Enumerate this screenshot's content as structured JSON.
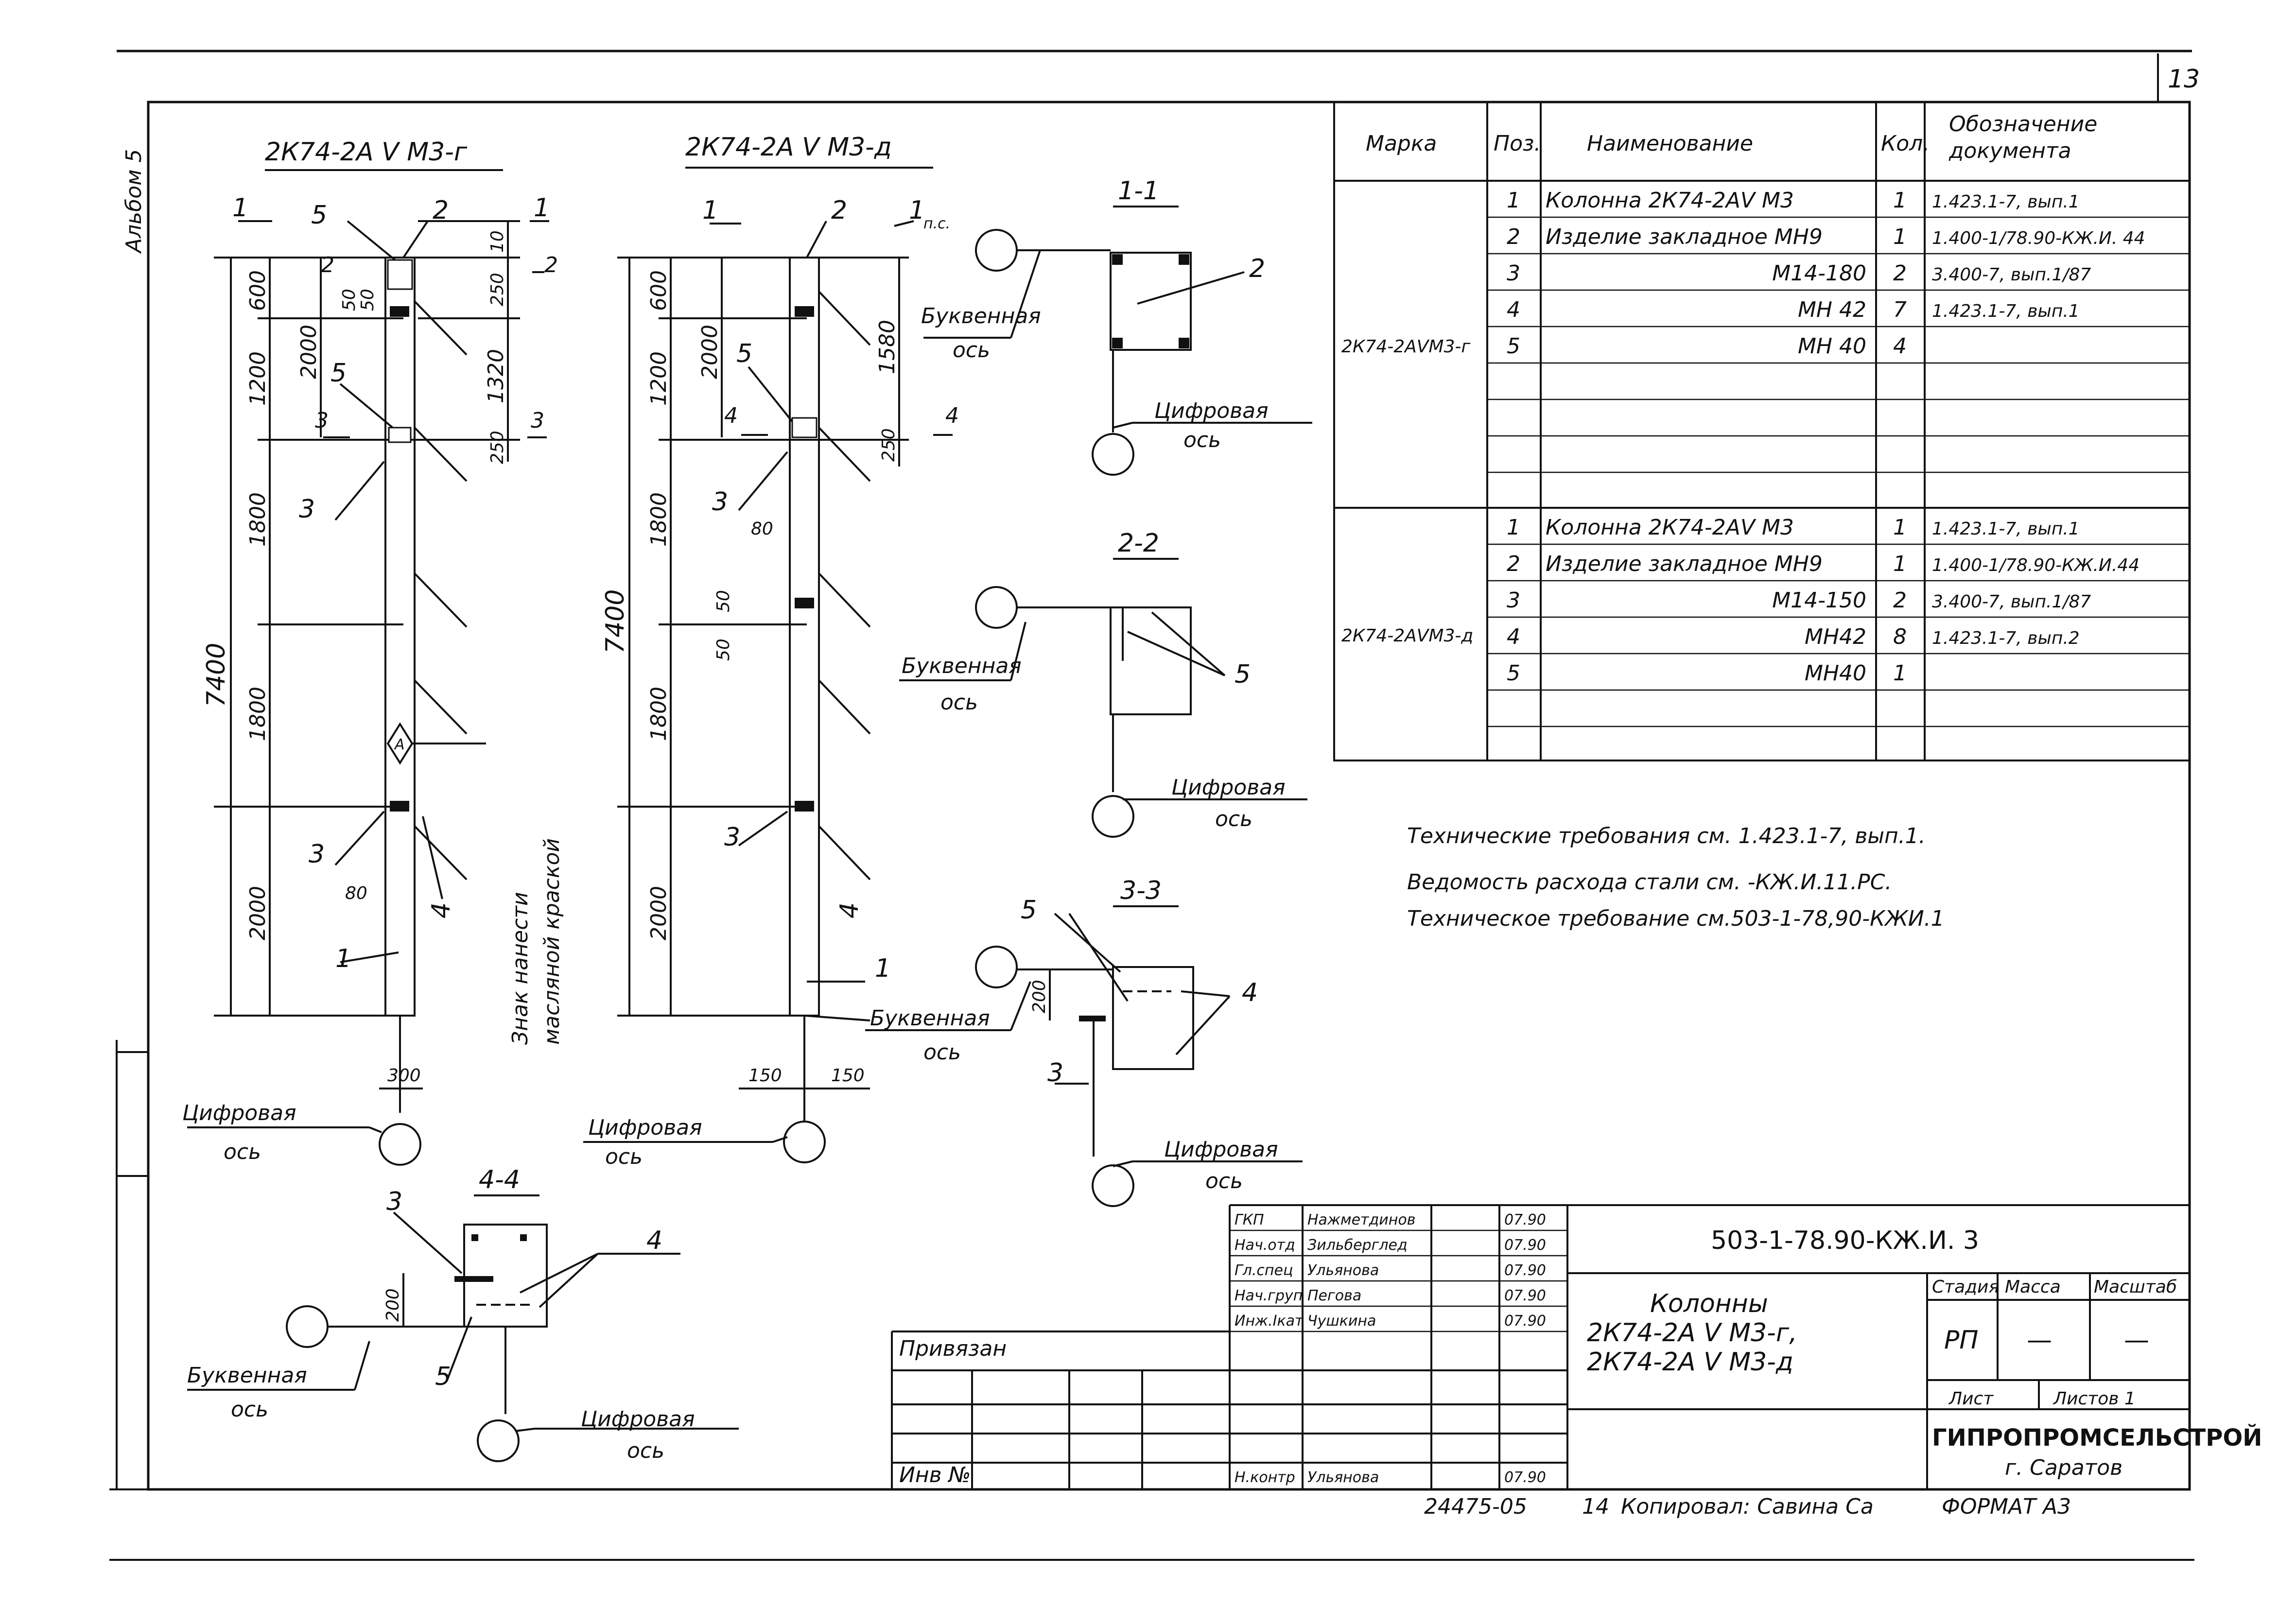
{
  "sheet": {
    "page_number": "13",
    "album": "Альбом 5",
    "format": "ФОРМАТ А3",
    "inventory": "24475-05",
    "sheet_index": "14",
    "copied_by": "Копировал: Савина Са"
  },
  "views": {
    "col_g": {
      "title": "2К74-2А V М3-г",
      "total": "7400",
      "segs": [
        "600",
        "1200",
        "1800",
        "1800",
        "2000"
      ],
      "inner": [
        "2000",
        "50",
        "50"
      ],
      "right": [
        "10",
        "250",
        "1320",
        "250"
      ],
      "width": "300",
      "offset": "80",
      "sec": [
        "1",
        "1",
        "2",
        "2",
        "3",
        "3"
      ],
      "pos": [
        "5",
        "2",
        "5",
        "3",
        "3",
        "1",
        "4"
      ],
      "note": [
        "Знак нанести",
        "масляной краской"
      ],
      "axis": [
        "Цифровая",
        "ось"
      ],
      "marker": "А"
    },
    "col_d": {
      "title": "2К74-2А V М3-д",
      "total": "7400",
      "segs": [
        "600",
        "1200",
        "1800",
        "1800",
        "2000"
      ],
      "inner": [
        "2000",
        "50",
        "50"
      ],
      "right": [
        "1580",
        "250"
      ],
      "offset": "80",
      "widths": [
        "150",
        "150"
      ],
      "sec": [
        "1",
        "1",
        "4",
        "4",
        "п.с."
      ],
      "pos": [
        "2",
        "5",
        "3",
        "3",
        "1",
        "4"
      ],
      "axis": [
        "Цифровая",
        "ось"
      ]
    },
    "s11": {
      "title": "1-1",
      "pos": "2",
      "axis_letter": [
        "Буквенная",
        "ось"
      ],
      "axis_digit": [
        "Цифровая",
        "ось"
      ]
    },
    "s22": {
      "title": "2-2",
      "pos": "5",
      "axis_letter": [
        "Буквенная",
        "ось"
      ],
      "axis_digit": [
        "Цифровая",
        "ось"
      ]
    },
    "s33": {
      "title": "3-3",
      "pos": [
        "5",
        "4",
        "3"
      ],
      "dim": "200",
      "axis_letter": [
        "Буквенная",
        "ось"
      ],
      "axis_digit": [
        "Цифровая",
        "ось"
      ]
    },
    "s44": {
      "title": "4-4",
      "pos": [
        "3",
        "4",
        "5"
      ],
      "dim": "200",
      "axis_letter": [
        "Буквенная",
        "ось"
      ],
      "axis_digit": [
        "Цифровая",
        "ось"
      ]
    }
  },
  "spec": {
    "headers": [
      "Марка",
      "Поз.",
      "Наименование",
      "Кол.",
      "Обозначение",
      "документа"
    ],
    "groups": [
      {
        "mark": "2К74-2АVМ3-г",
        "rows": [
          [
            "1",
            "Колонна 2К74-2АV М3",
            "1",
            "1.423.1-7, вып.1"
          ],
          [
            "2",
            "Изделие закладное МН9",
            "1",
            "1.400-1/78.90-КЖ.И. 44"
          ],
          [
            "3",
            "М14-180",
            "2",
            "3.400-7, вып.1/87"
          ],
          [
            "4",
            "МН 42",
            "7",
            "1.423.1-7, вып.1"
          ],
          [
            "5",
            "МН 40",
            "4",
            ""
          ]
        ]
      },
      {
        "mark": "2К74-2АVМ3-д",
        "rows": [
          [
            "1",
            "Колонна 2К74-2АV М3",
            "1",
            "1.423.1-7, вып.1"
          ],
          [
            "2",
            "Изделие закладное МН9",
            "1",
            "1.400-1/78.90-КЖ.И.44"
          ],
          [
            "3",
            "М14-150",
            "2",
            "3.400-7, вып.1/87"
          ],
          [
            "4",
            "МН42",
            "8",
            "1.423.1-7, вып.2"
          ],
          [
            "5",
            "МН40",
            "1",
            ""
          ]
        ]
      }
    ]
  },
  "notes": [
    "Технические требования см. 1.423.1-7, вып.1.",
    "Ведомость расхода стали см.      -КЖ.И.11.РС.",
    "Техническое требование см.503-1-78,90-КЖИ.1"
  ],
  "stamp": {
    "code": "503-1-78.90-КЖ.И. 3",
    "roles": [
      [
        "ГКП",
        "Нажметдинов",
        "07.90"
      ],
      [
        "Нач.отд",
        "Зильберглед",
        "07.90"
      ],
      [
        "Гл.спец",
        "Ульянова",
        "07.90"
      ],
      [
        "Нач.груп",
        "Пегова",
        "07.90"
      ],
      [
        "Инж.Iкат",
        "Чушкина",
        "07.90"
      ]
    ],
    "control": [
      "Н.контр",
      "Ульянова",
      "07.90"
    ],
    "title": [
      "Колонны",
      "2К74-2А V М3-г,",
      "2К74-2А V М3-д"
    ],
    "stage_head": [
      "Стадия",
      "Масса",
      "Масштаб"
    ],
    "stage": [
      "РП",
      "—",
      "—"
    ],
    "sheet_head": [
      "Лист",
      "Листов 1"
    ],
    "org": [
      "ГИПРОПРОМСЕЛЬСТРОЙ",
      "г. Саратов"
    ],
    "bound": "Привязан",
    "inv": "Инв №"
  }
}
